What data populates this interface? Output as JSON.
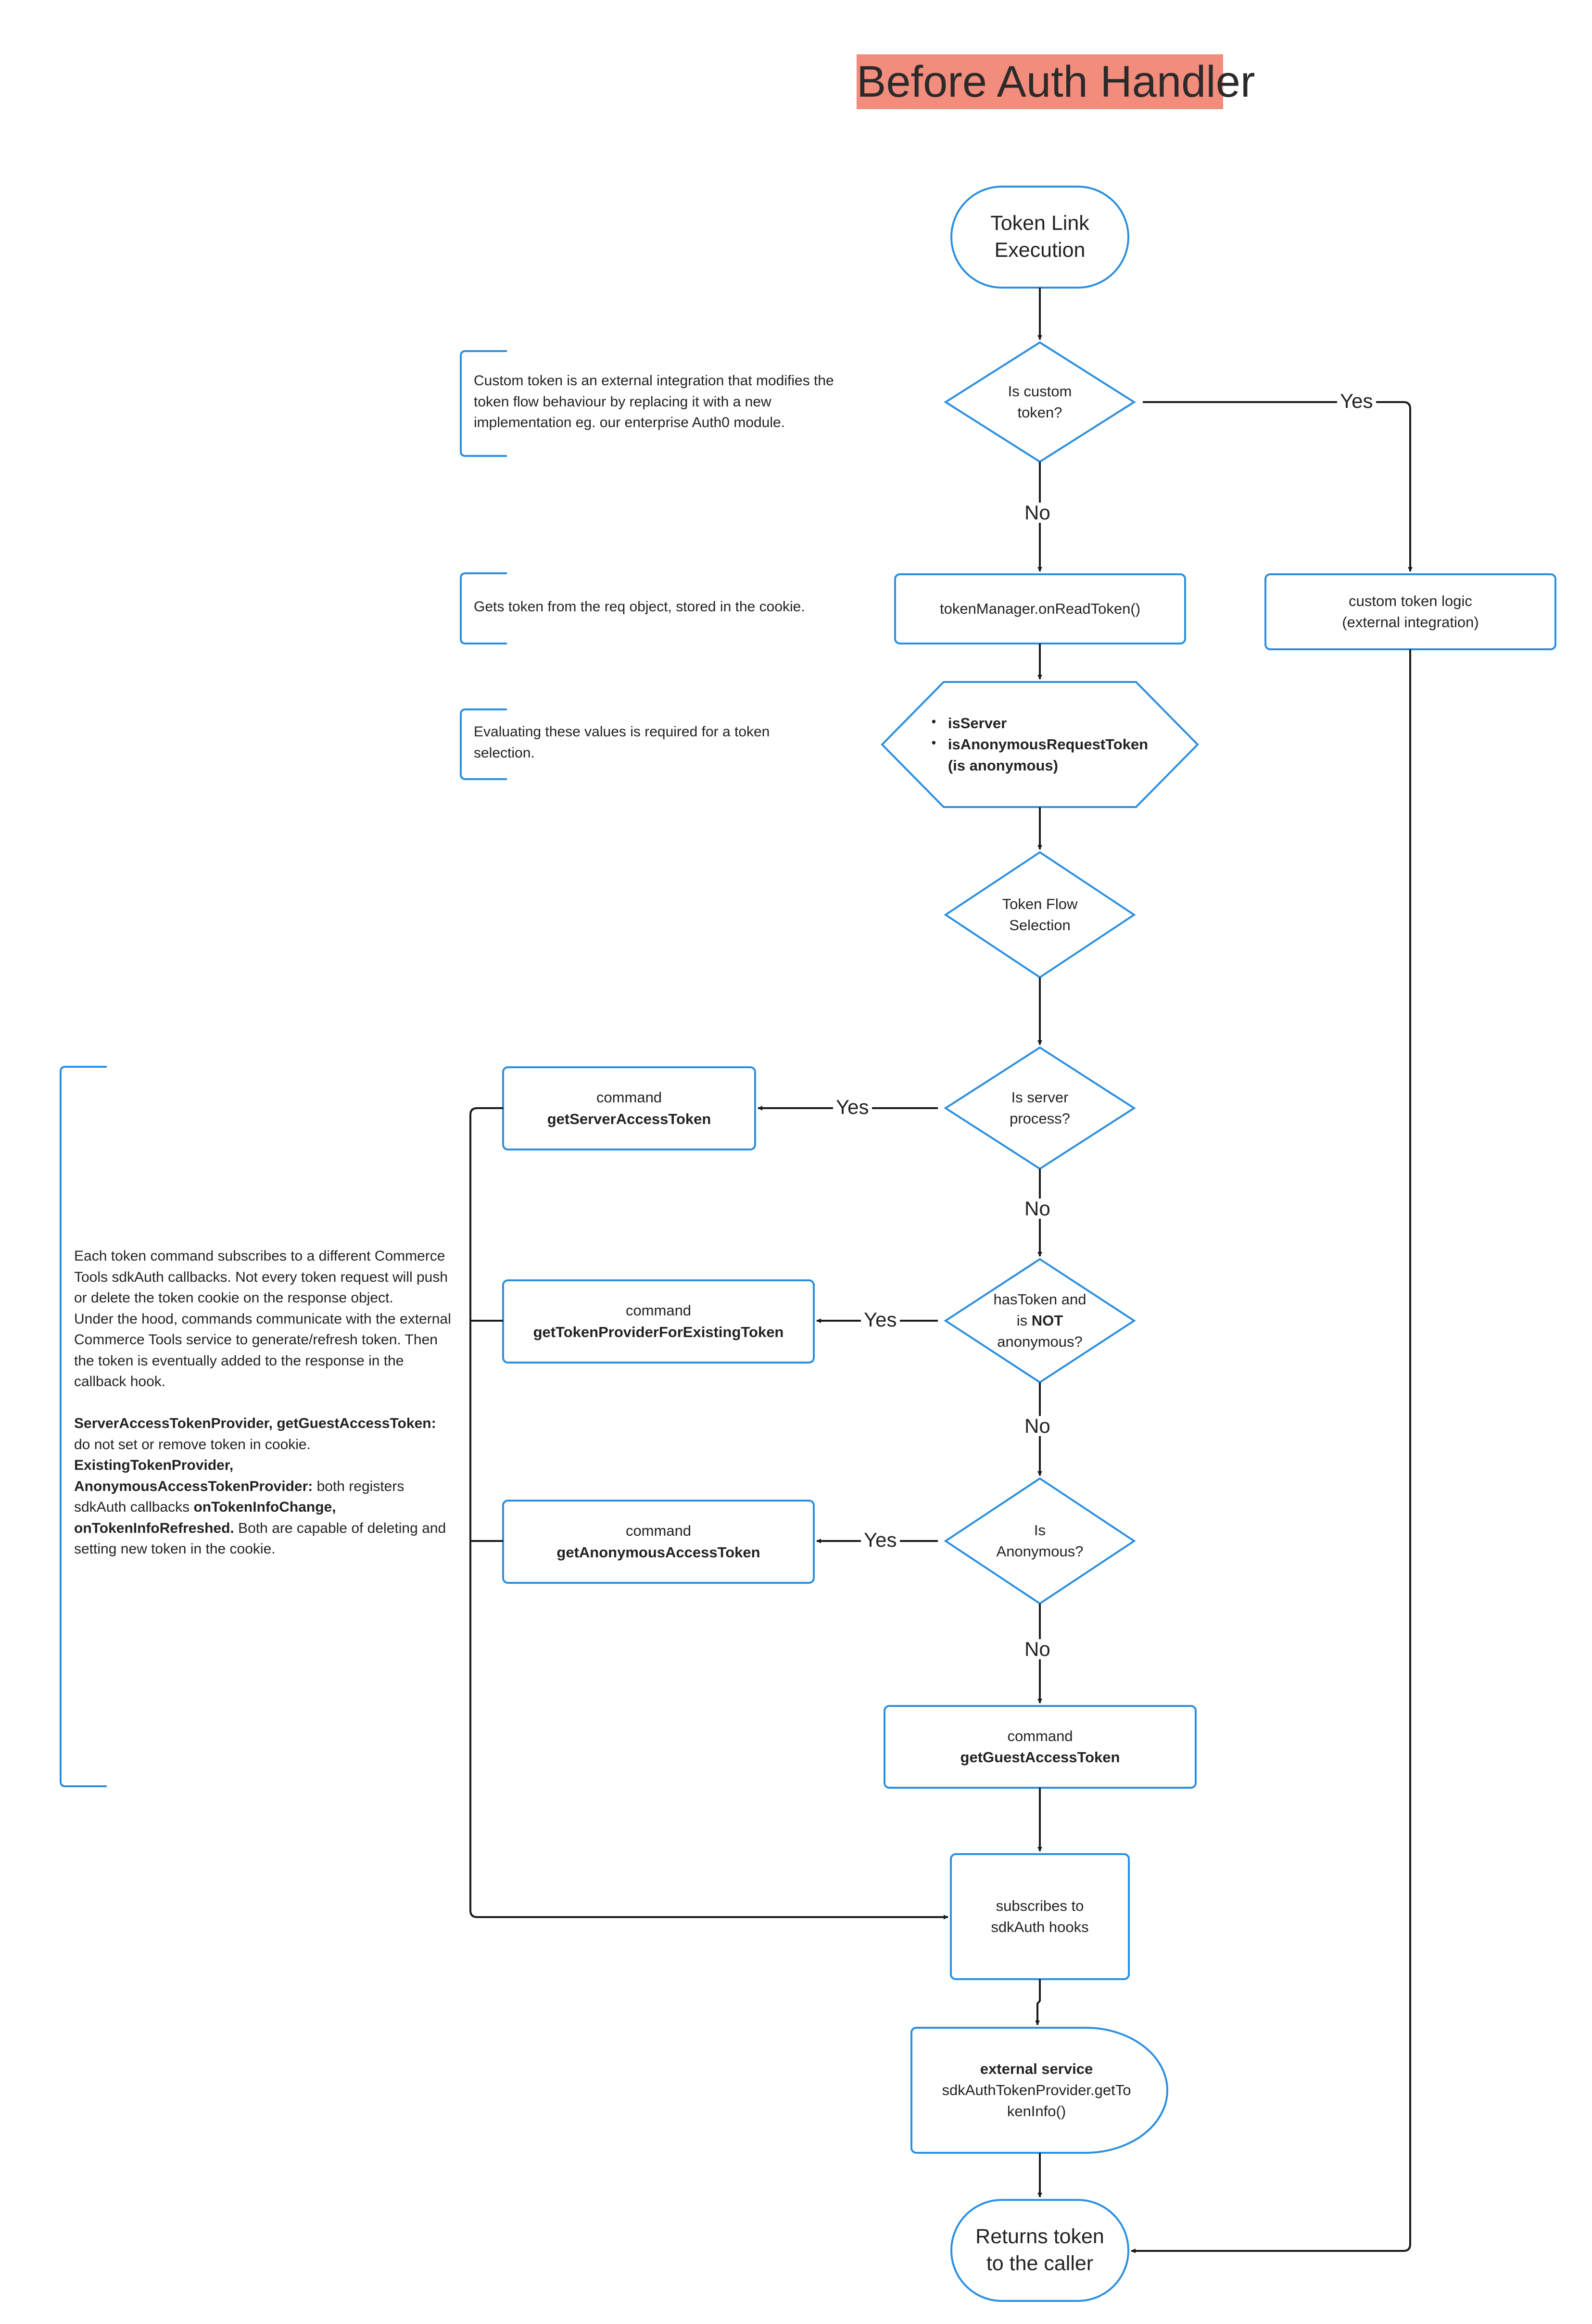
{
  "title": "Before Auth Handler",
  "colors": {
    "stroke": "#2b8fe0",
    "title_bg": "#f28c7c",
    "line": "#1a1a1a"
  },
  "nodes": {
    "start": "Token Link\nExecution",
    "is_custom": "Is custom\ntoken?",
    "read_token": "tokenManager.onReadToken()",
    "custom_logic": "custom token logic\n(external integration)",
    "evaluate": {
      "item1": "isServer",
      "item2": "isAnonymousRequestToken",
      "item3": "(is anonymous)"
    },
    "flow_selection": "Token Flow\nSelection",
    "is_server": "Is server\nprocess?",
    "server_cmd": {
      "label": "command",
      "name": "getServerAccessToken"
    },
    "has_token": {
      "pre": "hasToken and\nis ",
      "bold": "NOT",
      "post": "\nanonymous?"
    },
    "existing_cmd": {
      "label": "command",
      "name": "getTokenProviderForExistingToken"
    },
    "is_anon": "Is\nAnonymous?",
    "anon_cmd": {
      "label": "command",
      "name": "getAnonymousAccessToken"
    },
    "guest_cmd": {
      "label": "command",
      "name": "getGuestAccessToken"
    },
    "subscribe": "subscribes to\nsdkAuth hooks",
    "external": {
      "bold": "external service",
      "text": "sdkAuthTokenProvider.getTo\nkenInfo()"
    },
    "end": "Returns token\nto the caller"
  },
  "edge_labels": {
    "yes_custom": "Yes",
    "no_custom": "No",
    "yes_server": "Yes",
    "no_server": "No",
    "yes_has_token": "Yes",
    "no_has_token": "No",
    "yes_anon": "Yes",
    "no_anon": "No"
  },
  "notes": {
    "custom_token": "Custom token is an external integration that modifies the token flow behaviour by replacing it with a new implementation eg. our enterprise Auth0 module.",
    "gets_token": "Gets token from the req object, stored in the cookie.",
    "evaluating": "Evaluating these values is required for a token selection.",
    "commands": {
      "p1": "Each token command subscribes to a different Commerce Tools sdkAuth callbacks. Not every token request will push or delete the token cookie on the response object.",
      "p2": "Under the hood, commands communicate with the external Commerce Tools service to generate/refresh token. Then the token is eventually added to the response in the callback hook.",
      "p3_bold": "ServerAccessTokenProvider, getGuestAccessToken:",
      "p3_text": " do not set or remove token in cookie.",
      "p4_bold": "ExistingTokenProvider, AnonymousAccessTokenProvider:",
      "p4_text": " both registers sdkAuth callbacks ",
      "p4_bold2": "onTokenInfoChange, onTokenInfoRefreshed.",
      "p4_text2": " Both are capable of deleting and setting new token in the cookie."
    }
  }
}
